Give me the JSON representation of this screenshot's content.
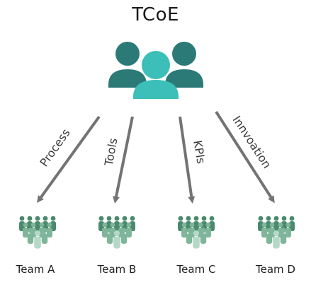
{
  "title": "TCoE",
  "arrows": [
    {
      "label": "Process"
    },
    {
      "label": "Tools"
    },
    {
      "label": "KPIs"
    },
    {
      "label": "Innvoation"
    }
  ],
  "teams": [
    {
      "label": "Team A"
    },
    {
      "label": "Team B"
    },
    {
      "label": "Team C"
    },
    {
      "label": "Team D"
    }
  ],
  "colors": {
    "group_dark": "#2b7a78",
    "group_front": "#3bbfb8",
    "arrow": "#737373",
    "team_light": "#7fb59a",
    "team_dark": "#4a8a6c",
    "team_front": "#b6d8c6"
  },
  "icons": {
    "center": "people-group-icon",
    "team": "team-crowd-icon"
  }
}
